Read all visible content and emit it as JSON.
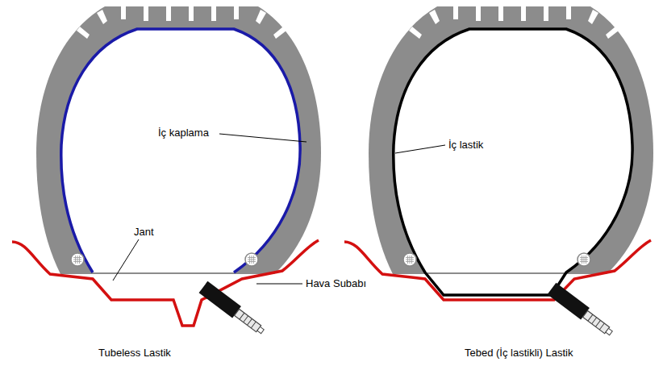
{
  "diagram": {
    "labels": [
      "İç kaplama",
      "Jant",
      "Hava Subabı",
      "İç lastik",
      "Tubeless Lastik",
      "Tebed (İç lastikli) Lastik"
    ]
  }
}
